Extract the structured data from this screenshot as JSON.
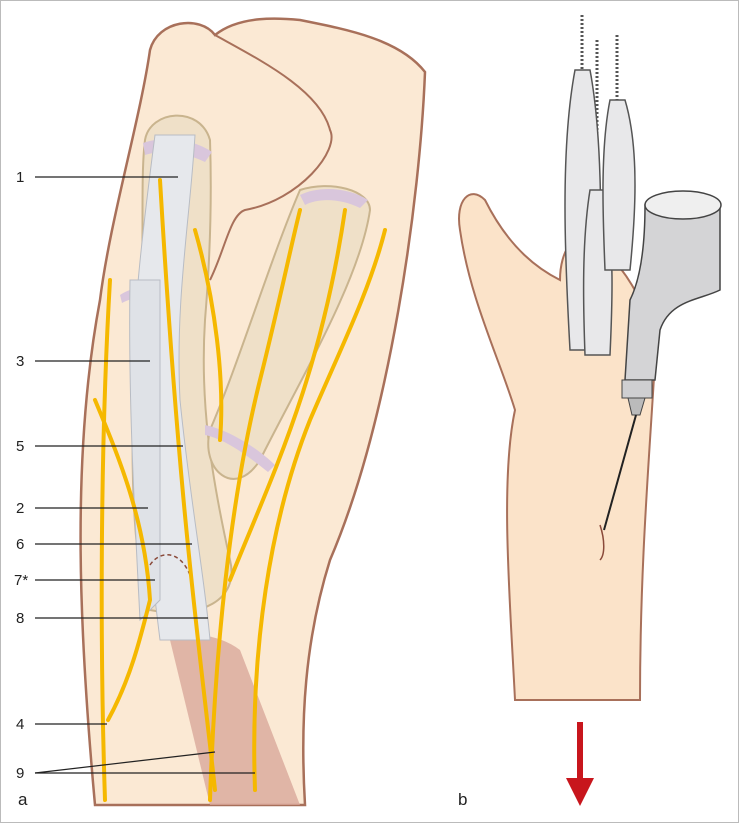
{
  "panel_a": {
    "label": "a",
    "callouts": [
      "1",
      "3",
      "5",
      "2",
      "6",
      "7*",
      "8",
      "4",
      "9"
    ]
  },
  "panel_b": {
    "label": "b"
  },
  "colors": {
    "skin": "#fbe9d4",
    "skin_outline": "#a8705a",
    "bone": "#efe0c8",
    "bone_outline": "#c9b48e",
    "cartilage": "#d9c6dc",
    "tendon": "#e6e8ec",
    "nerve": "#f5b800",
    "muscle": "#d9a79a",
    "arrow": "#c8161d",
    "border": "#bbbbbb"
  }
}
